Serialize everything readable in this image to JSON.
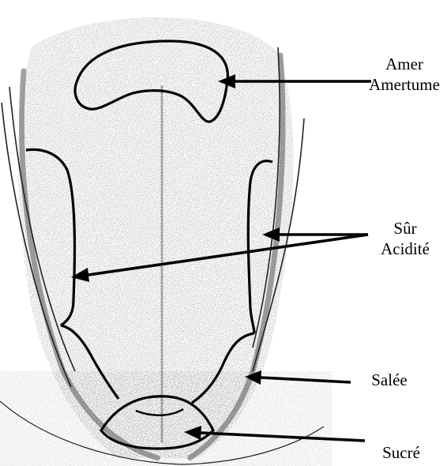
{
  "labels": {
    "bitter": {
      "line1": "Amer",
      "line2": "Amertume"
    },
    "sour": {
      "line1": "Sûr",
      "line2": "Acidité"
    },
    "salty": {
      "line1": "Salée"
    },
    "sweet": {
      "line1": "Sucré"
    }
  },
  "colors": {
    "ink": "#000000",
    "stipple": "#6a6a6a",
    "background": "#ffffff"
  }
}
